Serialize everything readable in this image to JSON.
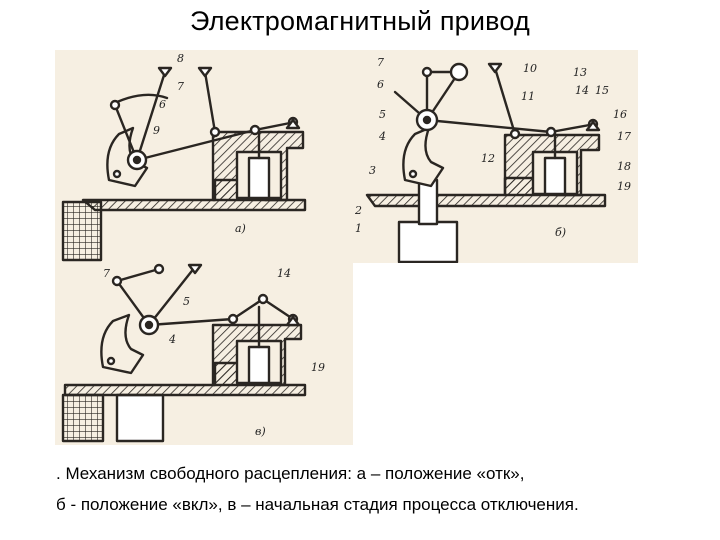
{
  "title": "Электромагнитный привод",
  "caption": {
    "line1": ". Механизм свободного расцепления: а – положение «отк»,",
    "line2": "б - положение «вкл», в – начальная стадия процесса отключения."
  },
  "figures": {
    "a": {
      "label": "а)",
      "callouts": [
        "8",
        "7",
        "6",
        "9"
      ]
    },
    "b": {
      "label": "б)",
      "callouts": [
        "7",
        "6",
        "5",
        "4",
        "3",
        "2",
        "1",
        "10",
        "13",
        "11",
        "14",
        "15",
        "16",
        "17",
        "12",
        "18",
        "19"
      ]
    },
    "c": {
      "label": "в)",
      "callouts": [
        "7",
        "5",
        "4",
        "14",
        "19"
      ]
    }
  },
  "colors": {
    "paper": "#f6efe2",
    "ink": "#2a2622"
  }
}
